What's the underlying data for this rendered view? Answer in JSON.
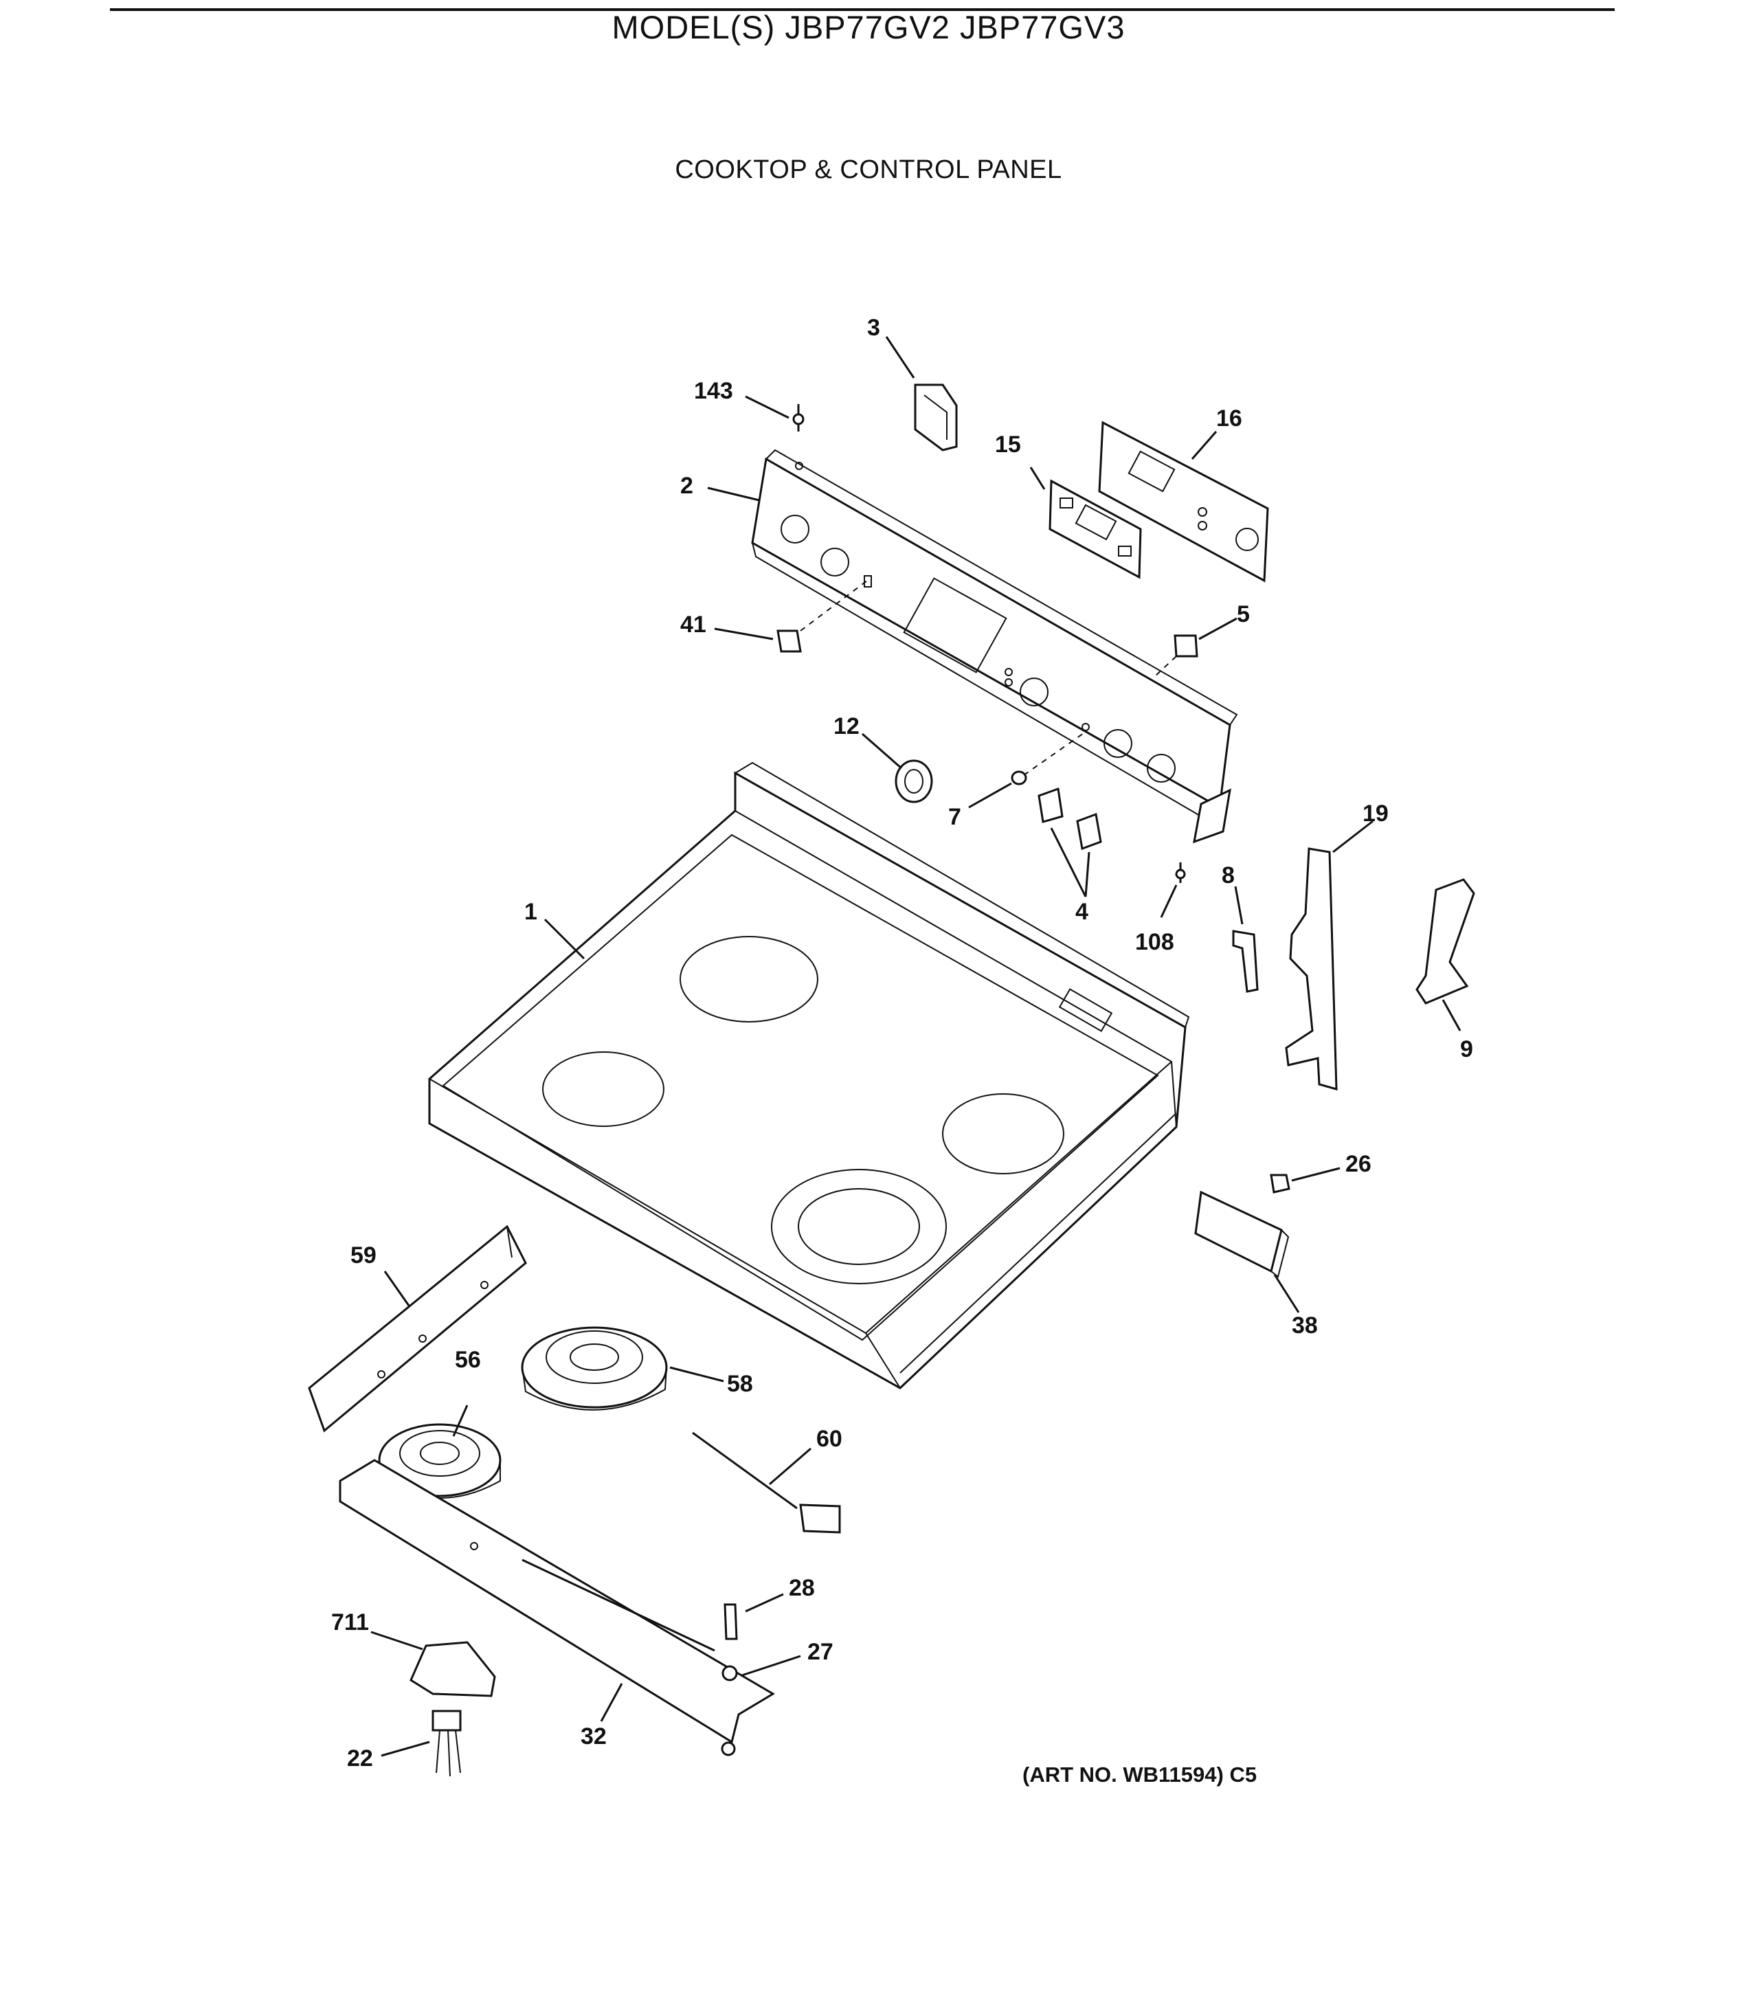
{
  "header": {
    "model_title": "MODEL(S) JBP77GV2  JBP77GV3",
    "section_title": "COOKTOP & CONTROL PANEL"
  },
  "footer": {
    "art_no": "(ART NO. WB11594) C5"
  },
  "callouts": {
    "c1": "1",
    "c2": "2",
    "c3": "3",
    "c4": "4",
    "c5": "5",
    "c7": "7",
    "c8": "8",
    "c9": "9",
    "c12": "12",
    "c15": "15",
    "c16": "16",
    "c19": "19",
    "c22": "22",
    "c26": "26",
    "c27": "27",
    "c28": "28",
    "c32": "32",
    "c38": "38",
    "c41": "41",
    "c56": "56",
    "c58": "58",
    "c59": "59",
    "c60": "60",
    "c108": "108",
    "c143": "143",
    "c711": "711"
  }
}
